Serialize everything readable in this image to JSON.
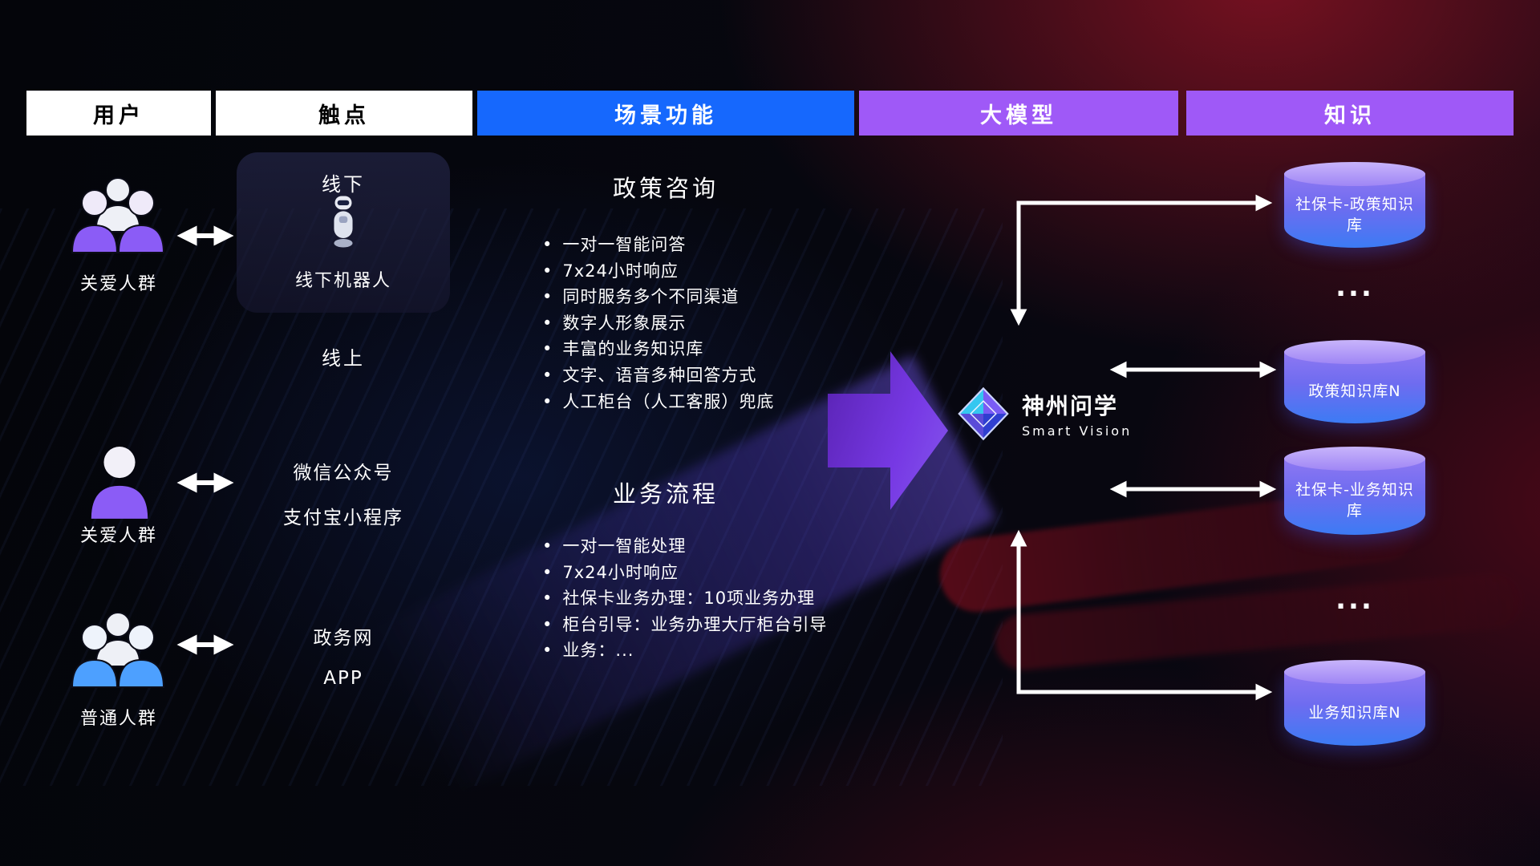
{
  "colors": {
    "header_blue": "#1668fd",
    "header_purple": "#9f59f7",
    "accent_purple": "#8b5cf6",
    "accent_blue": "#4da0ff",
    "cylinder_top": "#c8b4fb",
    "cylinder_body_start": "#8f78f2",
    "cylinder_body_end": "#3c7bf4",
    "background_red": "#c4182c"
  },
  "header": {
    "columns": [
      "用户",
      "触点",
      "场景功能",
      "大模型",
      "知识"
    ]
  },
  "users": [
    {
      "label": "关爱人群"
    },
    {
      "label": "关爱人群"
    },
    {
      "label": "普通人群"
    }
  ],
  "touchpoints": {
    "offline_title": "线下",
    "offline_robot_label": "线下机器人",
    "online_title": "线上",
    "channels": [
      "微信公众号",
      "支付宝小程序",
      "政务网",
      "APP"
    ]
  },
  "scenes": [
    {
      "title": "政策咨询",
      "items": [
        "一对一智能问答",
        "7x24小时响应",
        "同时服务多个不同渠道",
        "数字人形象展示",
        "丰富的业务知识库",
        "文字、语音多种回答方式",
        "人工柜台（人工客服）兜底"
      ]
    },
    {
      "title": "业务流程",
      "items": [
        "一对一智能处理",
        "7x24小时响应",
        "社保卡业务办理：10项业务办理",
        "柜台引导：业务办理大厅柜台引导",
        "业务：..."
      ]
    }
  ],
  "model": {
    "name": "神州问学",
    "subtitle": "Smart Vision"
  },
  "knowledge": {
    "cylinders": [
      "社保卡-政策知识库",
      "政策知识库N",
      "社保卡-业务知识库",
      "业务知识库N"
    ],
    "ellipsis": "..."
  }
}
